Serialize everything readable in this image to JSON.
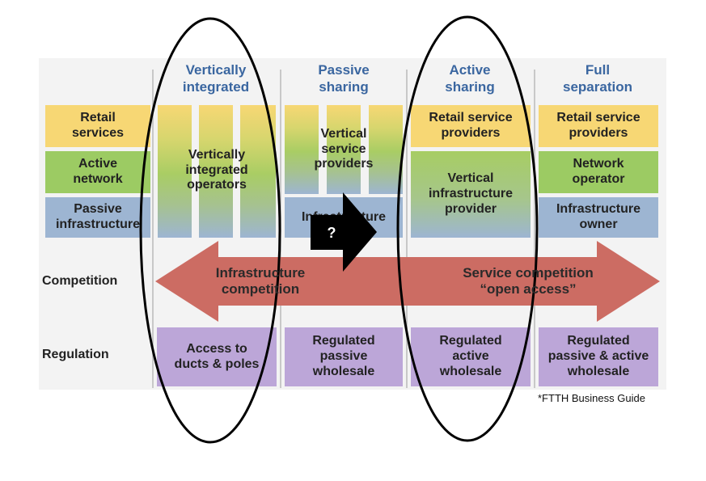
{
  "columns": [
    {
      "title_line1": "Vertically",
      "title_line2": "integrated"
    },
    {
      "title_line1": "Passive",
      "title_line2": "sharing"
    },
    {
      "title_line1": "Active",
      "title_line2": "sharing"
    },
    {
      "title_line1": "Full",
      "title_line2": "separation"
    }
  ],
  "rows": {
    "retail": {
      "line1": "Retail",
      "line2": "services"
    },
    "active": {
      "line1": "Active",
      "line2": "network"
    },
    "passive": {
      "line1": "Passive",
      "line2": "infrastructure"
    },
    "competition": "Competition",
    "regulation": "Regulation"
  },
  "cells": {
    "vertically_integrated": {
      "line1": "Vertically",
      "line2": "integrated",
      "line3": "operators"
    },
    "passive_sharing_vsp": {
      "line1": "Vertical",
      "line2": "service",
      "line3": "providers"
    },
    "passive_sharing_infra": "Infrastructure",
    "active_sharing_rsp": {
      "line1": "Retail service",
      "line2": "providers"
    },
    "active_sharing_vip": {
      "line1": "Vertical",
      "line2": "infrastructure",
      "line3": "provider"
    },
    "full_rsp": {
      "line1": "Retail service",
      "line2": "providers"
    },
    "full_netop": {
      "line1": "Network",
      "line2": "operator"
    },
    "full_infra_owner": {
      "line1": "Infrastructure",
      "line2": "owner"
    }
  },
  "arrow": {
    "left": {
      "line1": "Infrastructure",
      "line2": "competition"
    },
    "right": {
      "line1": "Service competition",
      "line2": "“open access”"
    }
  },
  "regulation": [
    {
      "line1": "Access to",
      "line2": "ducts & poles"
    },
    {
      "line1": "Regulated",
      "line2": "passive",
      "line3": "wholesale"
    },
    {
      "line1": "Regulated",
      "line2": "active",
      "line3": "wholesale"
    },
    {
      "line1": "Regulated",
      "line2": "passive & active",
      "line3": "wholesale"
    }
  ],
  "question_marker": "?",
  "footnote": "*FTTH Business Guide",
  "colors": {
    "retail": "#f7d774",
    "active": "#9ccb63",
    "passive": "#9db5d2",
    "regulation": "#bca6d8",
    "arrow": "#cc6c63",
    "header": "#3a66a0"
  }
}
